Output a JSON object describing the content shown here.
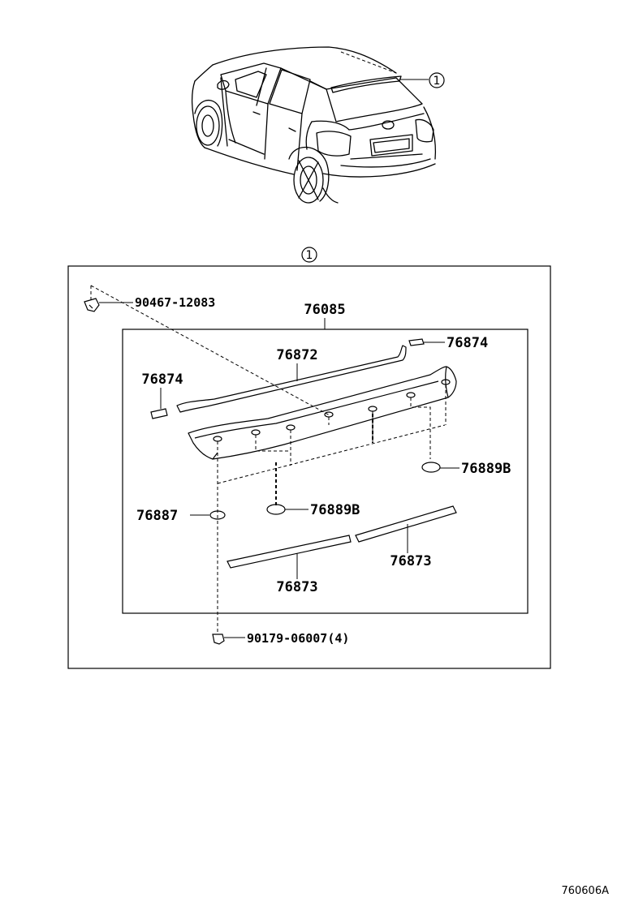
{
  "diagram": {
    "callout_number": "1",
    "labels": {
      "p90467": "90467-12083",
      "p76085": "76085",
      "p76872": "76872",
      "p76874_right": "76874",
      "p76874_left": "76874",
      "p76889b_right": "76889B",
      "p76889b_center": "76889B",
      "p76887": "76887",
      "p76873_right": "76873",
      "p76873_left": "76873",
      "p90179": "90179-06007(4)"
    },
    "reference_code": "760606A"
  }
}
